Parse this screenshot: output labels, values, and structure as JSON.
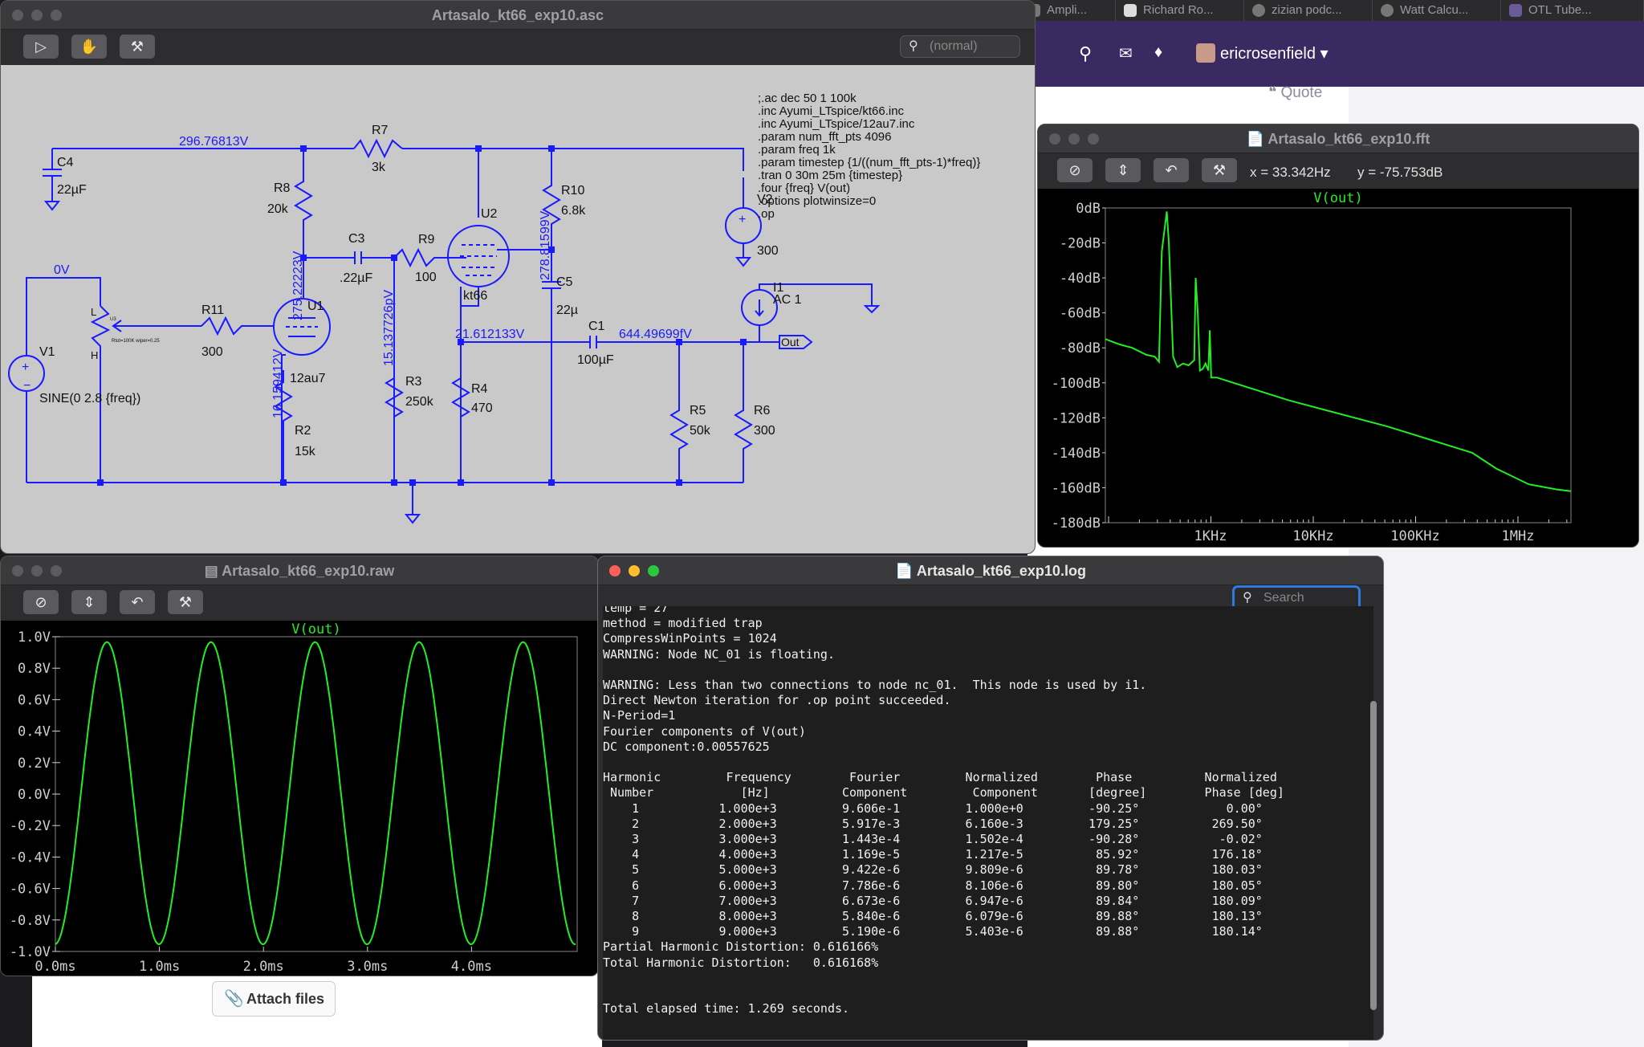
{
  "browser": {
    "tabs": [
      "Ampli...",
      "Richard Ro...",
      "zizian podc...",
      "Watt Calcu...",
      "OTL Tube..."
    ],
    "username": "ericrosenfield",
    "quote_label": "Quote",
    "attach_label": "Attach files"
  },
  "schematic_window": {
    "title": "Artasalo_kt66_exp10.asc",
    "search_placeholder": "(normal)",
    "directives": [
      ";.ac dec 50 1 100k",
      ".inc Ayumi_LTspice/kt66.inc",
      ".inc Ayumi_LTspice/12au7.inc",
      ".param num_fft_pts 4096",
      ".param freq 1k",
      ".param timestep {1/((num_fft_pts-1)*freq)}",
      ".tran 0 30m 25m {timestep}",
      ".four {freq} V(out)",
      ".options plotwinsize=0",
      ".op"
    ],
    "labels": {
      "c4": "C4",
      "c4v": "22µF",
      "r7": "R7",
      "r7v": "3k",
      "r8": "R8",
      "r8v": "20k",
      "r10": "R10",
      "r10v": "6.8k",
      "c3": "C3",
      "c3v": ".22µF",
      "r9": "R9",
      "r9v": "100",
      "u2": "U2",
      "u2v": "kt66",
      "c5": "C5",
      "c5v": "22µ",
      "u1": "U1",
      "u1v": "12au7",
      "r11": "R11",
      "r11v": "300",
      "v1": "V1",
      "v1v": "SINE(0 2.8 {freq})",
      "u3": "U3",
      "pot_spec": "Rtot=100K wiper=0.25",
      "pot_l": "L",
      "pot_h": "H",
      "r3": "R3",
      "r3v": "250k",
      "r4": "R4",
      "r4v": "470",
      "c1": "C1",
      "c1v": "100µF",
      "r5": "R5",
      "r5v": "50k",
      "r6": "R6",
      "r6v": "300",
      "r2": "R2",
      "r2v": "15k",
      "v2": "V2",
      "v2v": "300",
      "i1": "I1",
      "i1v": "AC 1",
      "out": "Out"
    },
    "node_voltages": {
      "n1": "296.76813V",
      "n2": "0V",
      "n3": "275.22223V",
      "n4": "15.137726pV",
      "n5": "278.81599V",
      "n6": "21.612133V",
      "n7": "644.49699fV",
      "n8": "16.159412V"
    }
  },
  "fft_window": {
    "title": "Artasalo_kt66_exp10.fft",
    "cursor_x": "x = 33.342Hz",
    "cursor_y": "y = -75.753dB",
    "trace_name": "V(out)",
    "y_ticks": [
      "0dB",
      "-20dB",
      "-40dB",
      "-60dB",
      "-80dB",
      "-100dB",
      "-120dB",
      "-140dB",
      "-160dB",
      "-180dB"
    ],
    "x_ticks": [
      "1KHz",
      "10KHz",
      "100KHz",
      "1MHz"
    ]
  },
  "raw_window": {
    "title": "Artasalo_kt66_exp10.raw",
    "trace_name": "V(out)",
    "y_ticks": [
      "1.0V",
      "0.8V",
      "0.6V",
      "0.4V",
      "0.2V",
      "0.0V",
      "-0.2V",
      "-0.4V",
      "-0.6V",
      "-0.8V",
      "-1.0V"
    ],
    "x_ticks": [
      "0.0ms",
      "1.0ms",
      "2.0ms",
      "3.0ms",
      "4.0ms"
    ]
  },
  "log_window": {
    "title": "Artasalo_kt66_exp10.log",
    "search_placeholder": "Search",
    "text": "temp = 27\nmethod = modified trap\nCompressWinPoints = 1024\nWARNING: Node NC_01 is floating.\n\nWARNING: Less than two connections to node nc_01.  This node is used by i1.\nDirect Newton iteration for .op point succeeded.\nN-Period=1\nFourier components of V(out)\nDC component:0.00557625\n\nHarmonic         Frequency        Fourier         Normalized        Phase          Normalized\n Number            [Hz]          Component         Component       [degree]        Phase [deg]\n    1           1.000e+3         9.606e-1         1.000e+0         -90.25°            0.00°\n    2           2.000e+3         5.917e-3         6.160e-3         179.25°          269.50°\n    3           3.000e+3         1.443e-4         1.502e-4         -90.28°           -0.02°\n    4           4.000e+3         1.169e-5         1.217e-5          85.92°          176.18°\n    5           5.000e+3         9.422e-6         9.809e-6          89.78°          180.03°\n    6           6.000e+3         7.786e-6         8.106e-6          89.80°          180.05°\n    7           7.000e+3         6.673e-6         6.947e-6          89.84°          180.09°\n    8           8.000e+3         5.840e-6         6.079e-6          89.88°          180.13°\n    9           9.000e+3         5.190e-6         5.403e-6          89.88°          180.14°\nPartial Harmonic Distortion: 0.616166%\nTotal Harmonic Distortion:   0.616168%\n\n\nTotal elapsed time: 1.269 seconds."
  },
  "colors": {
    "wire": "#1a1aff",
    "trace": "#22ee22",
    "plot_bg": "#000000",
    "schematic_bg": "#c9c9c9"
  }
}
